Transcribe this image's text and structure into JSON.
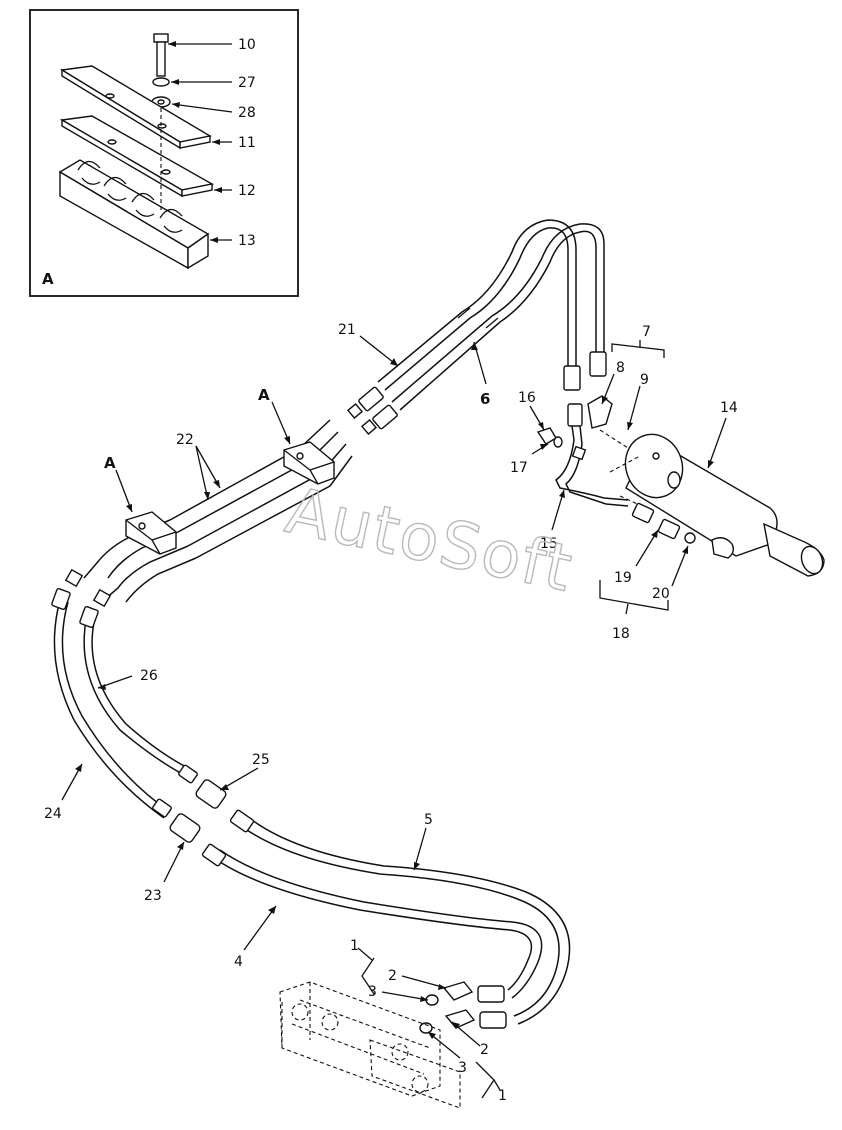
{
  "watermark": "AutoSoft",
  "inset": {
    "view_label": "A",
    "callouts": [
      "10",
      "27",
      "28",
      "11",
      "12",
      "13"
    ]
  },
  "view_refs": [
    "A",
    "A"
  ],
  "callouts": {
    "c1a": "1",
    "c1b": "1",
    "c2a": "2",
    "c2b": "2",
    "c3a": "3",
    "c3b": "3",
    "c4": "4",
    "c5": "5",
    "c6": "6",
    "c7": "7",
    "c8": "8",
    "c9": "9",
    "c14": "14",
    "c15": "15",
    "c16": "16",
    "c17": "17",
    "c18": "18",
    "c19": "19",
    "c20": "20",
    "c21": "21",
    "c22": "22",
    "c23": "23",
    "c24": "24",
    "c25": "25",
    "c26": "26"
  }
}
